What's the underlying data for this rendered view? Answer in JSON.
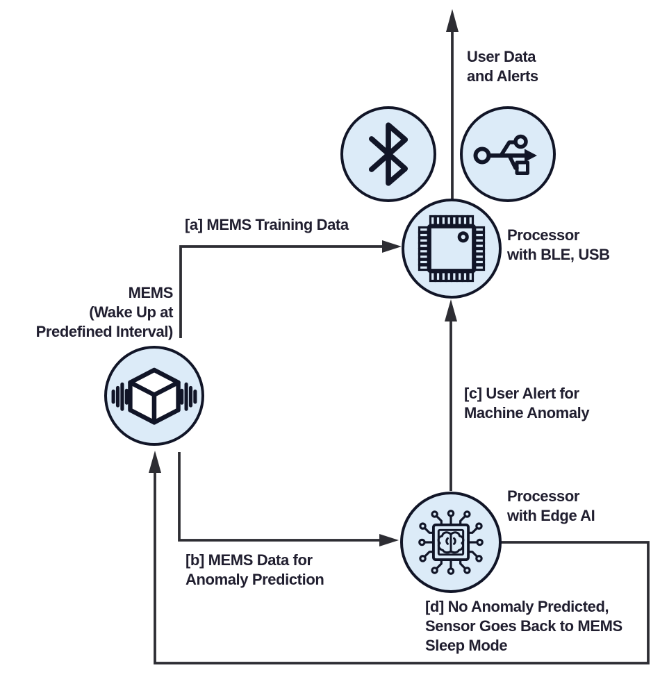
{
  "colors": {
    "background": "#ffffff",
    "node_fill": "#dcebf8",
    "ink": "#111527",
    "line": "#2d2d33",
    "text": "#201e2f"
  },
  "output": {
    "label": "User Data\nand Alerts"
  },
  "nodes": {
    "bluetooth": {
      "icon": "bluetooth-icon"
    },
    "usb": {
      "icon": "usb-icon"
    },
    "processor_ble": {
      "label": "Processor\nwith BLE, USB",
      "icon": "chip-icon"
    },
    "mems": {
      "label": "MEMS\n(Wake Up at\nPredefined Interval)",
      "icon": "mems-cube-icon"
    },
    "edge_ai": {
      "label": "Processor\nwith Edge AI",
      "icon": "ai-chip-icon"
    }
  },
  "edges": {
    "a": {
      "label": "[a] MEMS Training Data"
    },
    "b": {
      "label": "[b] MEMS Data for\nAnomaly Prediction"
    },
    "c": {
      "label": "[c] User Alert for\nMachine Anomaly"
    },
    "d": {
      "label": "[d] No Anomaly Predicted,\nSensor Goes Back to MEMS\nSleep Mode"
    }
  }
}
